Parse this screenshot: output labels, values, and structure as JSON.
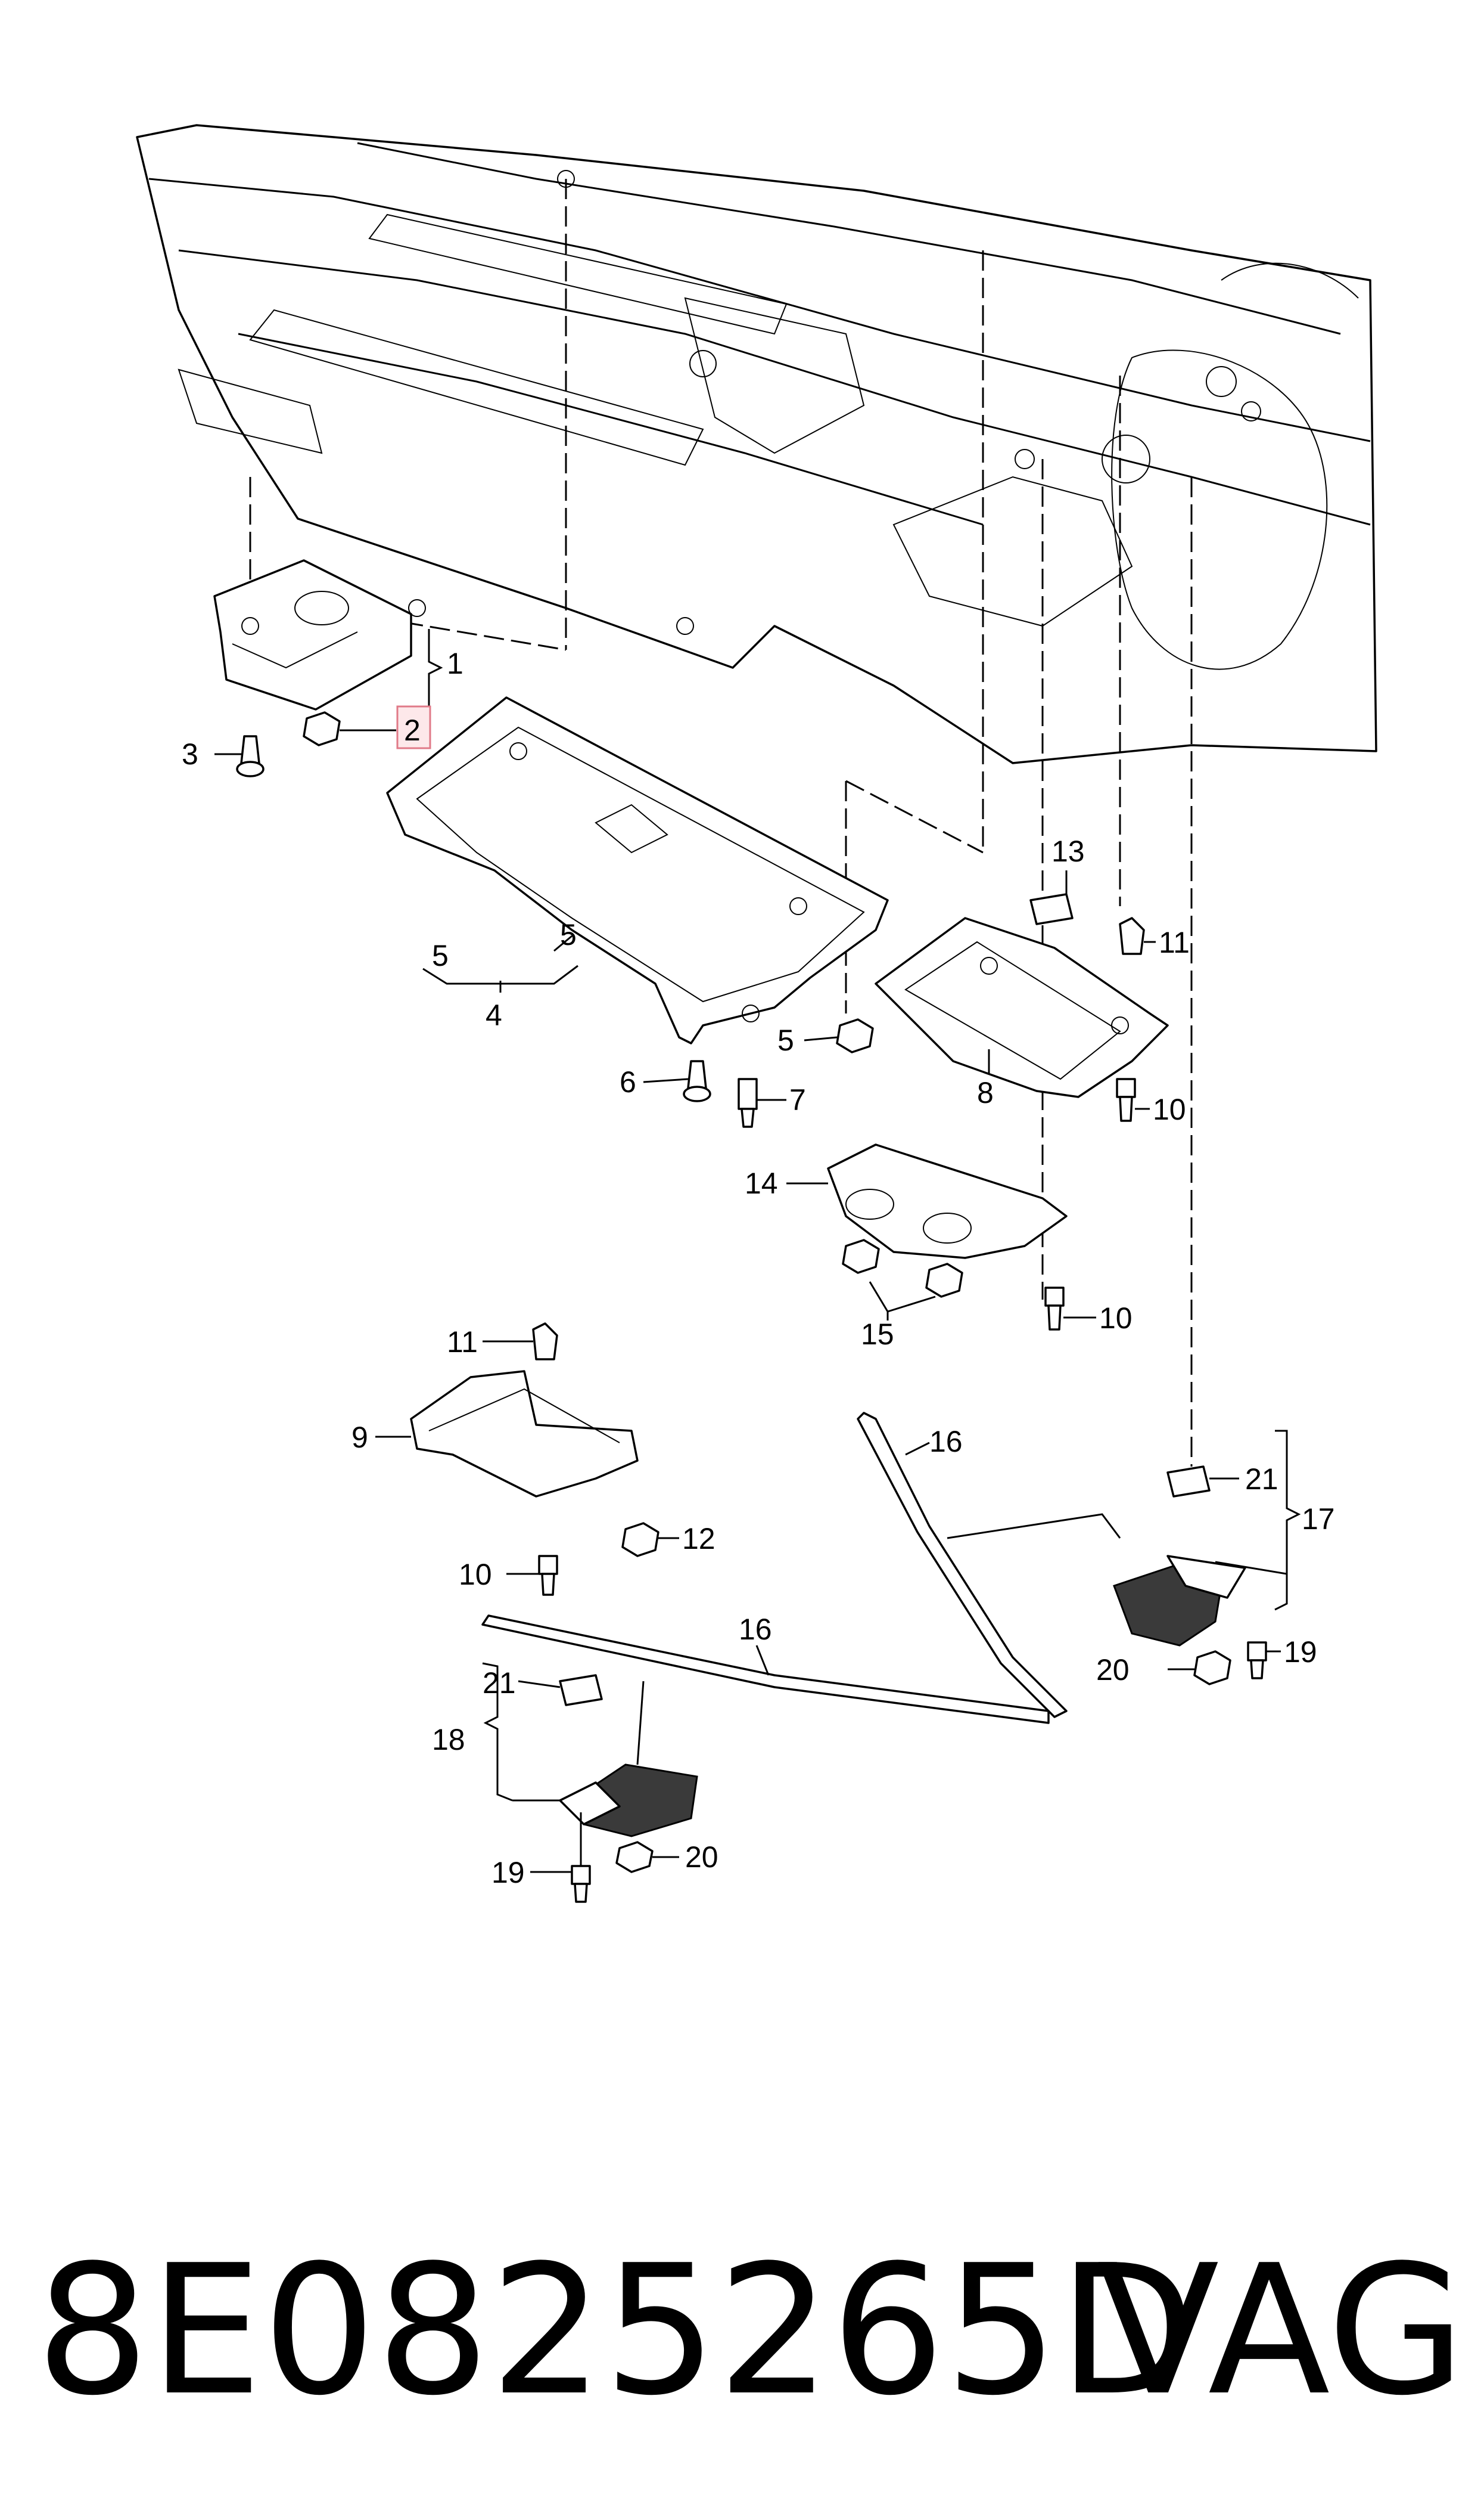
{
  "diagram": {
    "callouts": [
      "1",
      "2",
      "3",
      "4",
      "5",
      "5",
      "5",
      "6",
      "7",
      "8",
      "9",
      "10",
      "10",
      "10",
      "10",
      "11",
      "11",
      "12",
      "13",
      "14",
      "15",
      "16",
      "16",
      "17",
      "18",
      "19",
      "19",
      "20",
      "20",
      "21",
      "21"
    ],
    "highlighted_callout": "2",
    "highlight_color": "#fde8ea"
  },
  "footer": {
    "part_number": "8E0825265D",
    "brand": "VAG"
  }
}
